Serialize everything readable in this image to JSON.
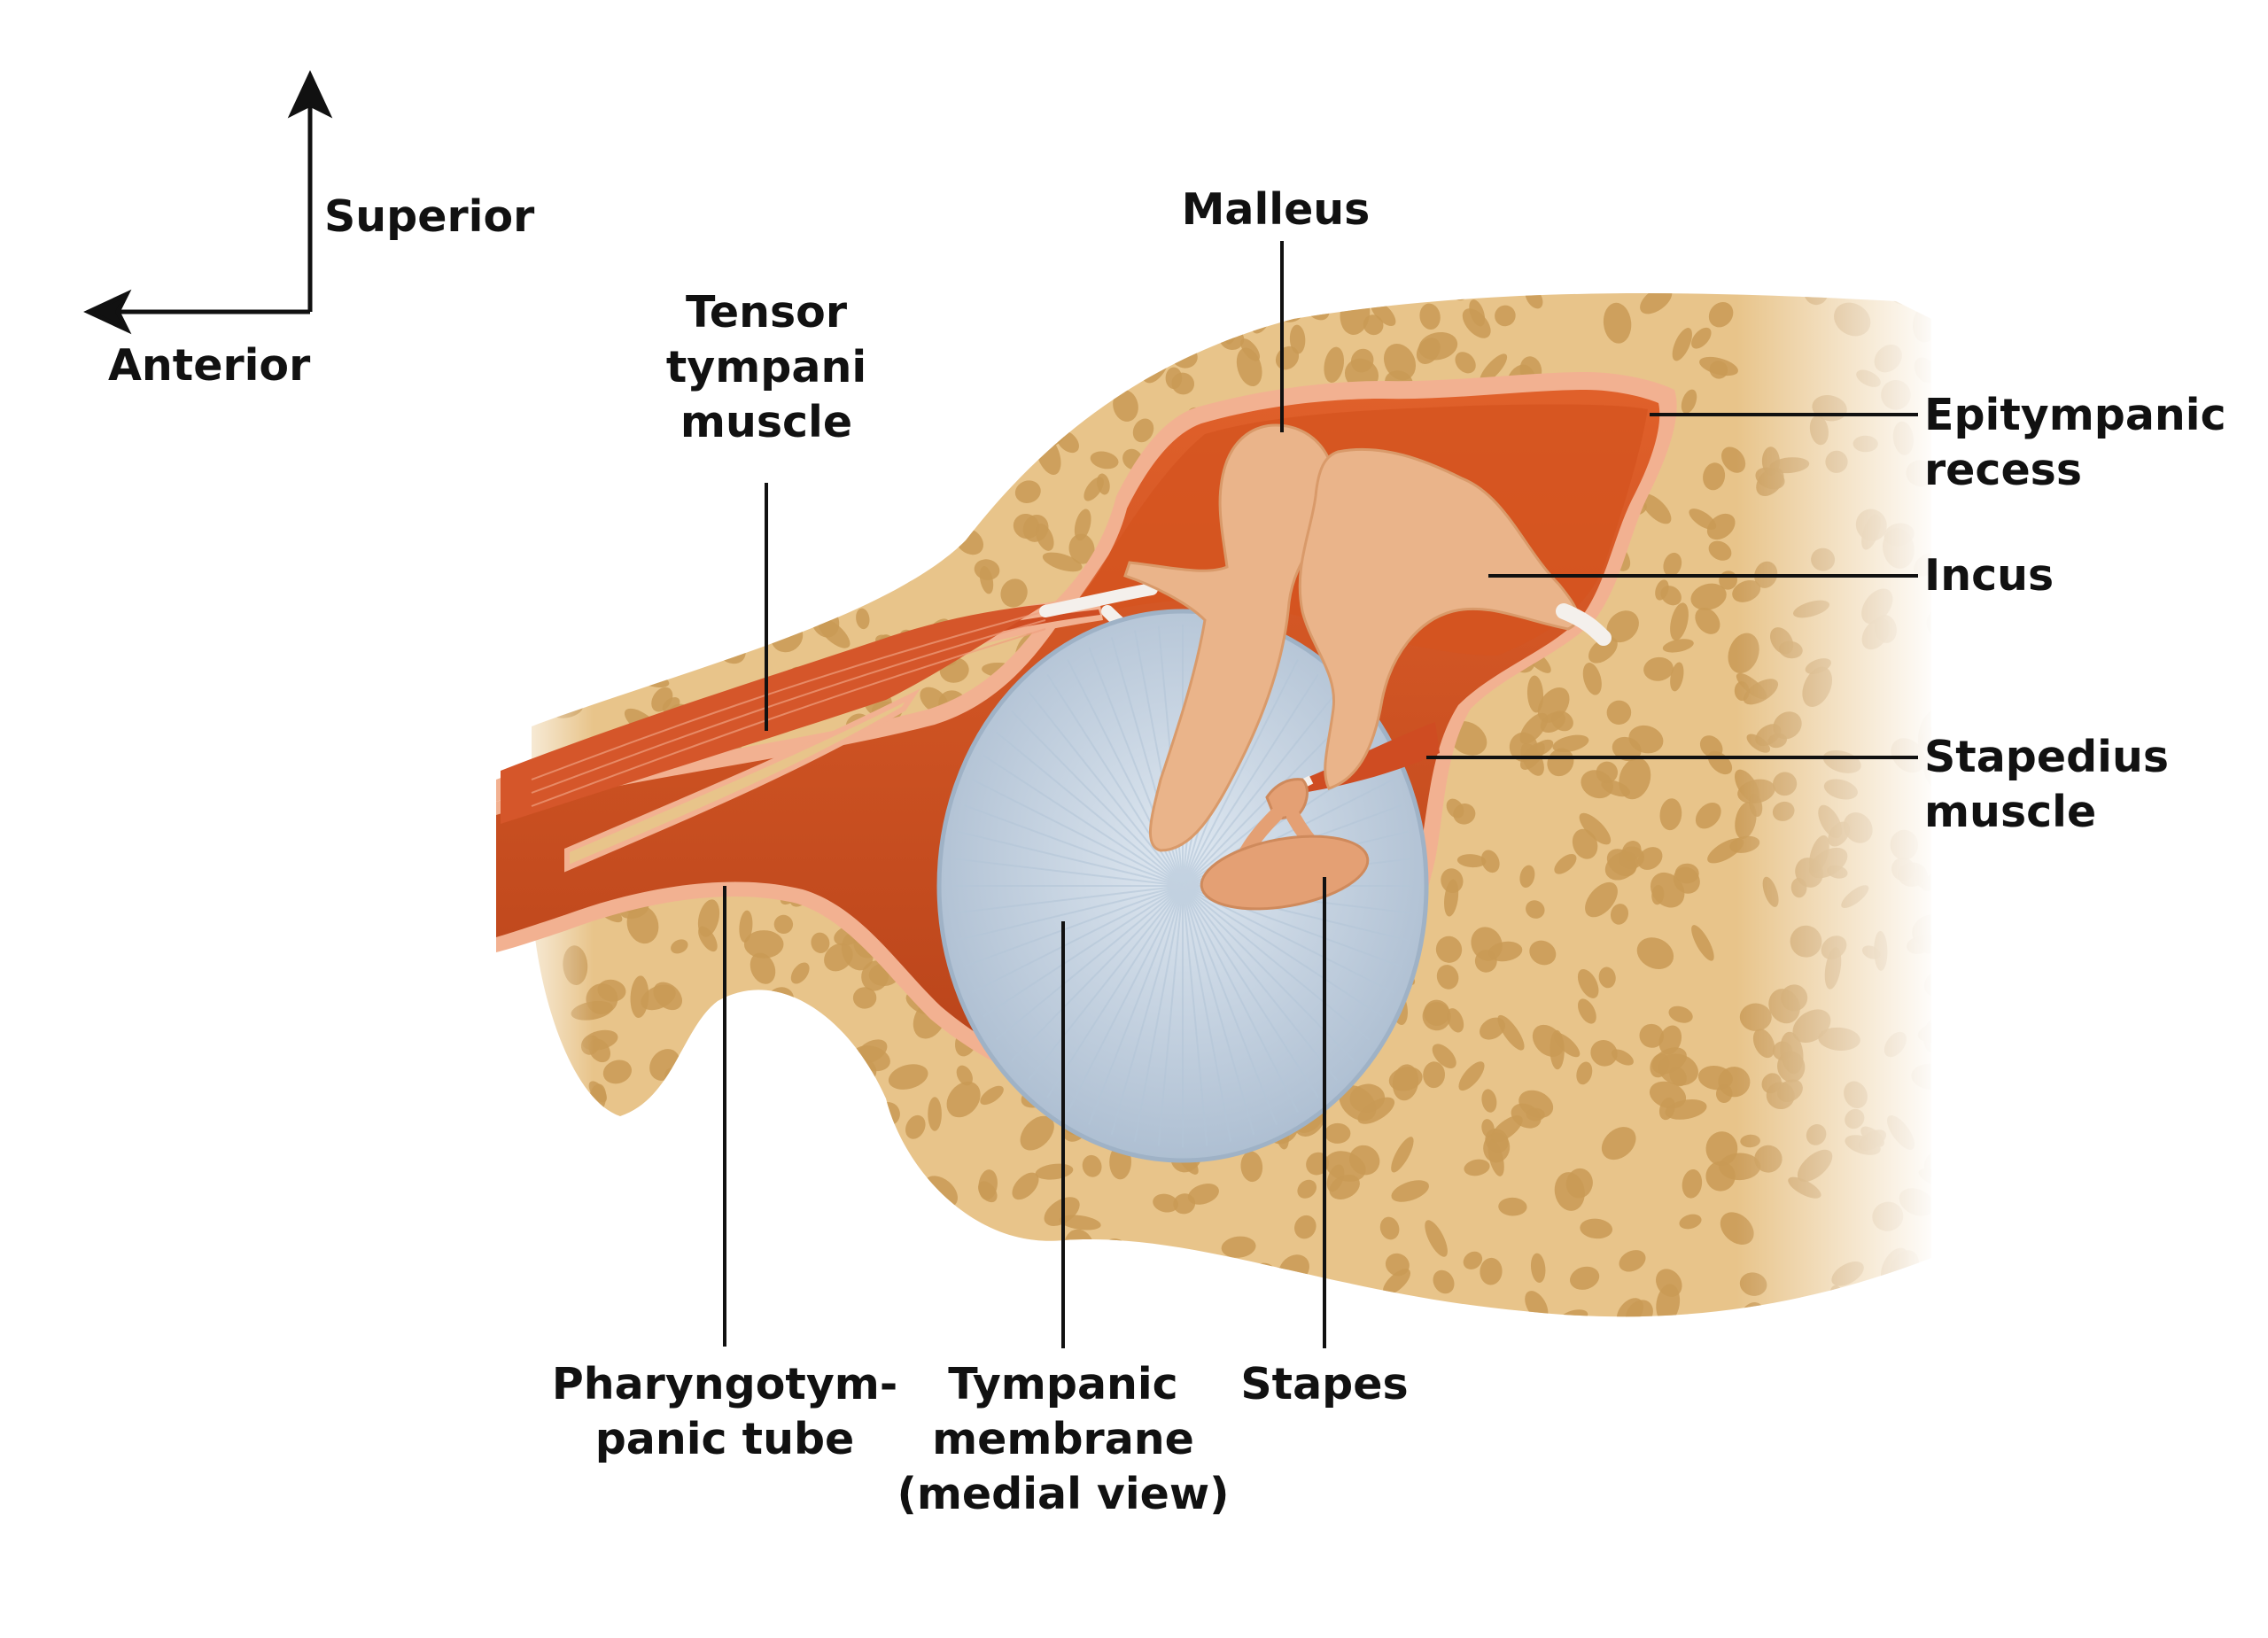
{
  "orientation": {
    "superior": "Superior",
    "anterior": "Anterior"
  },
  "labels": {
    "malleus": [
      "Malleus"
    ],
    "tensor_tympani": [
      "Tensor",
      "tympani",
      "muscle"
    ],
    "epitympanic_recess": [
      "Epitympanic",
      "recess"
    ],
    "incus": [
      "Incus"
    ],
    "stapedius": [
      "Stapedius",
      "muscle"
    ],
    "pharyngotympanic_tube": [
      "Pharyngotym-",
      "panic tube"
    ],
    "tympanic_membrane": [
      "Tympanic",
      "membrane",
      "(medial view)"
    ],
    "stapes": [
      "Stapes"
    ]
  },
  "colors": {
    "bone": "#e8c48a",
    "bone_pore": "#c99a55",
    "cavity": "#c84a1c",
    "cavity_light": "#e0602a",
    "lining": "#f2b191",
    "muscle": "#d2522a",
    "ossicle": "#eab48a",
    "membrane": "#c7d6e4",
    "leader": "#111111"
  }
}
